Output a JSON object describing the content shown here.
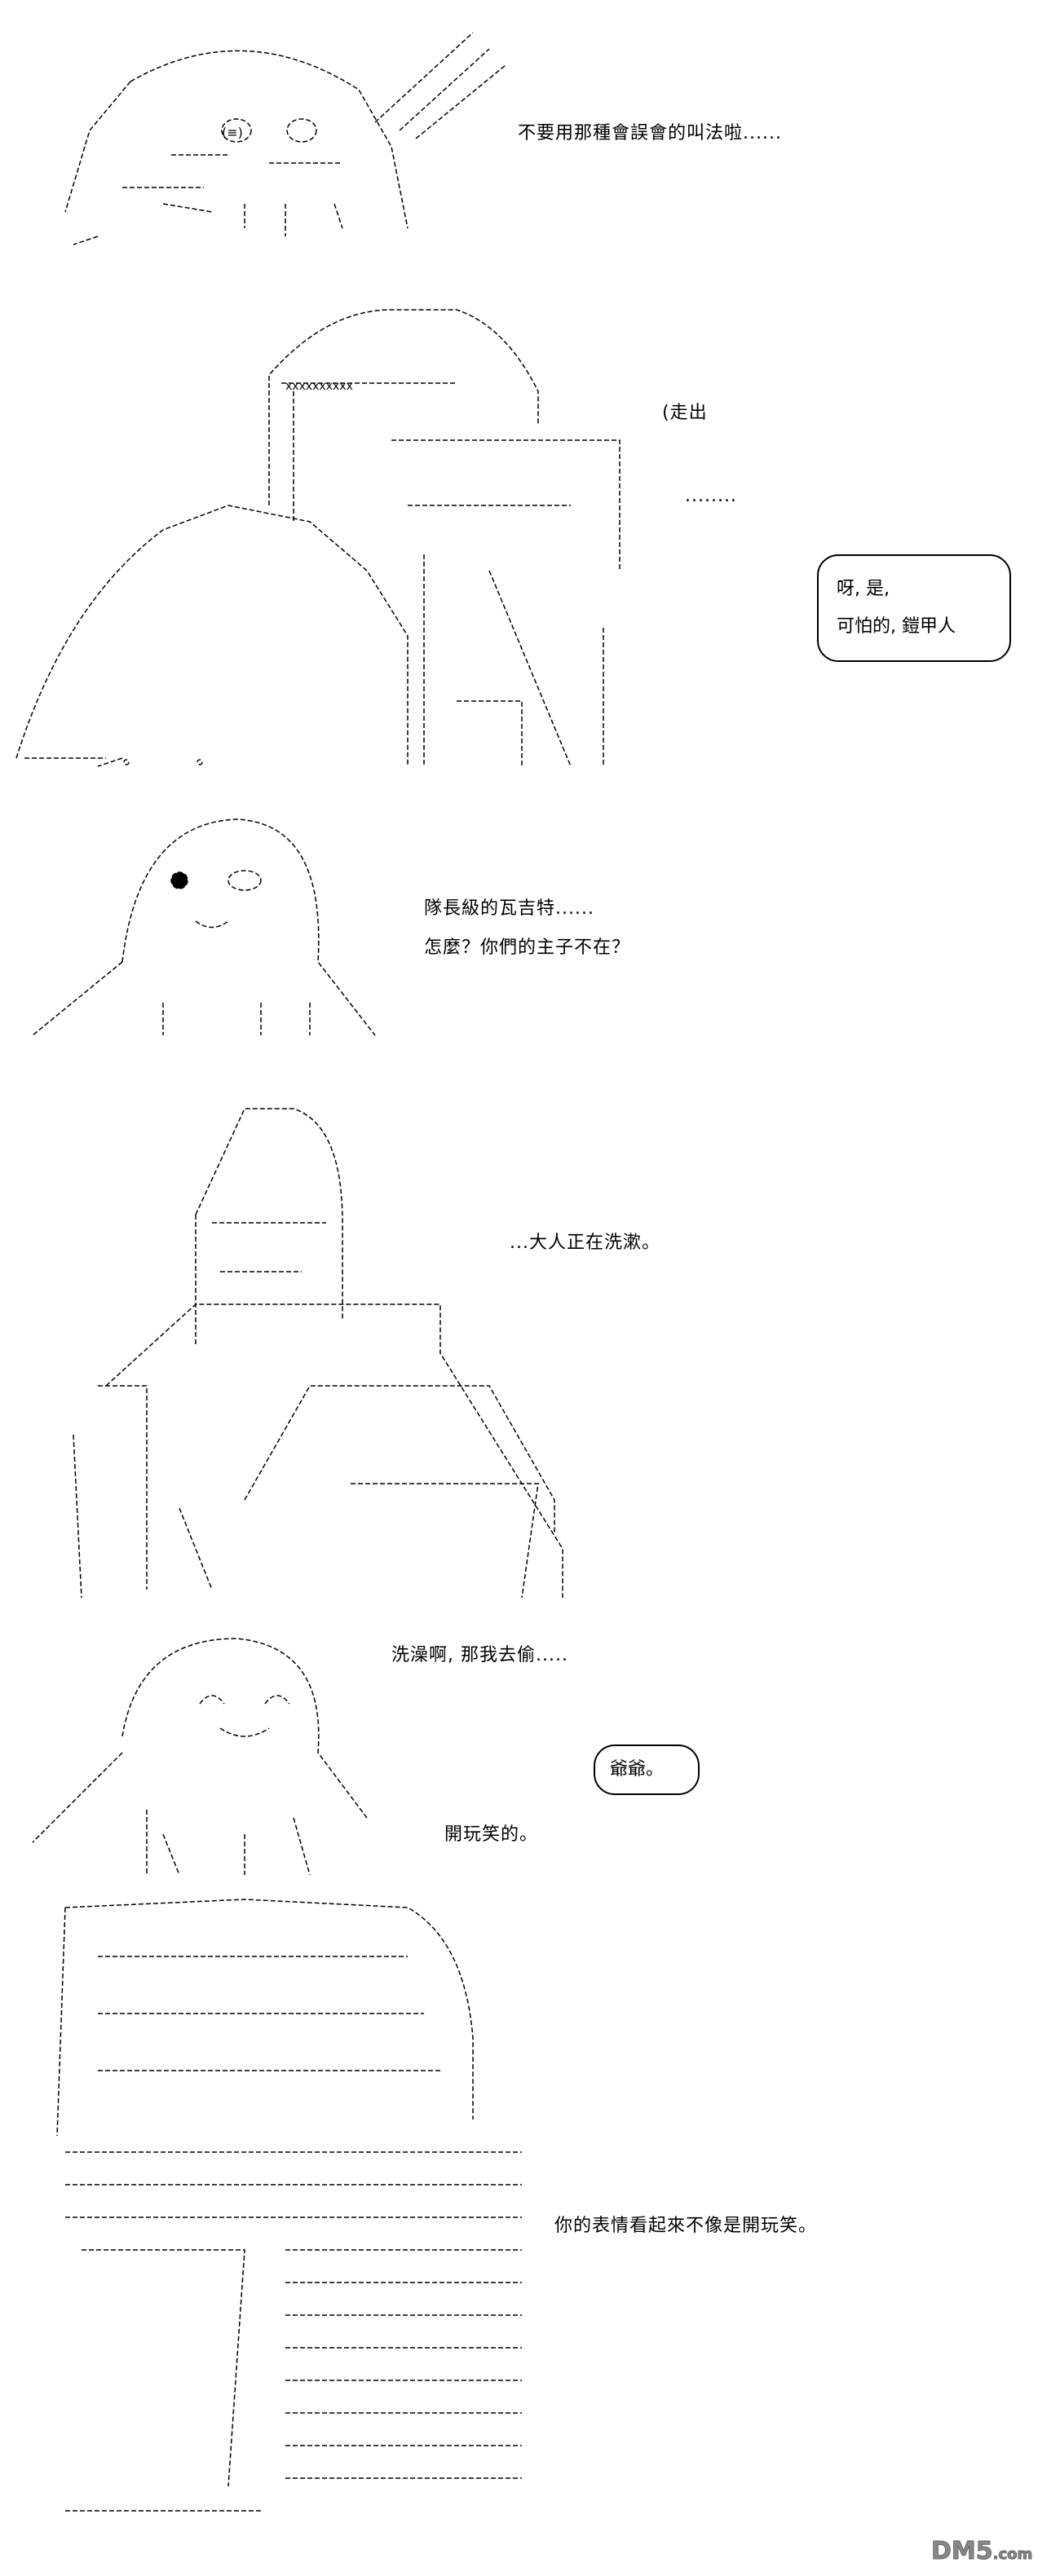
{
  "panels": [
    {
      "lines": [
        "不要用那種會誤會的叫法啦......"
      ]
    },
    {
      "action": "(走出",
      "dots": "........",
      "bubble": [
        "呀, 是,",
        "可怕的, 鎧甲人"
      ]
    },
    {
      "lines": [
        "隊長級的瓦吉特......",
        "怎麼？你們的主子不在？"
      ]
    },
    {
      "lines": [
        "...大人正在洗漱。"
      ]
    },
    {
      "lines": [
        "洗澡啊, 那我去偷.....",
        "開玩笑的。"
      ],
      "bubble": [
        "爺爺。"
      ]
    },
    {
      "lines": [
        "你的表情看起來不像是開玩笑。"
      ]
    }
  ],
  "face_marks": {
    "eq": "(≡)",
    "x_band": "xxxxxxxxxx"
  },
  "watermark": {
    "main": "DM5",
    "suffix": ".com"
  }
}
